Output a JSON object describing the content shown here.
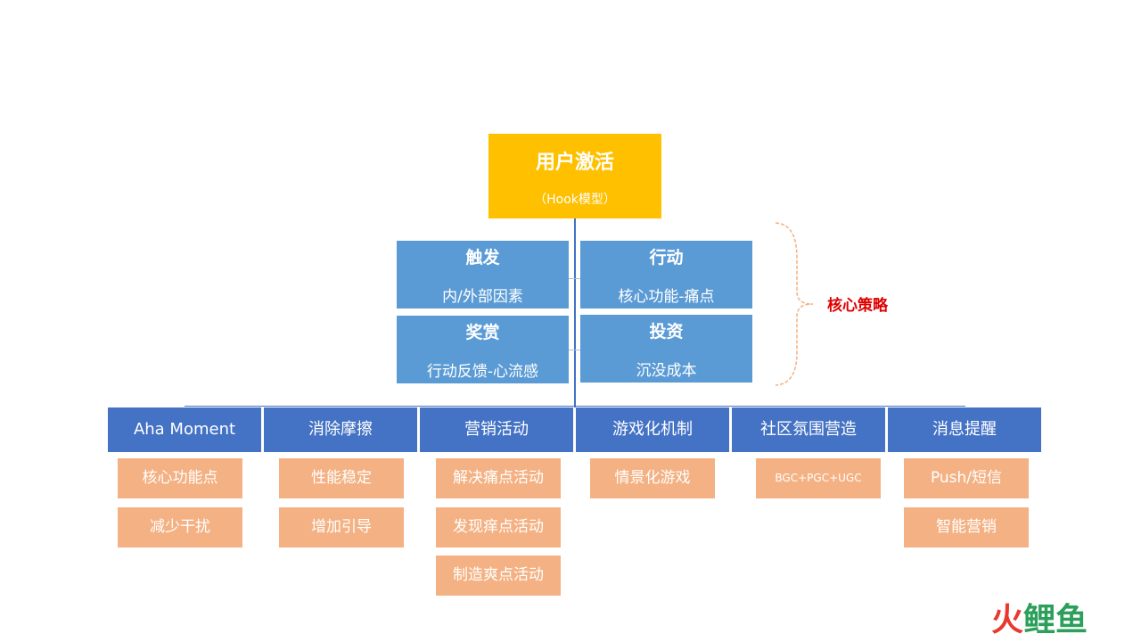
{
  "root": {
    "title": "用户激活",
    "subtitle": "（Hook模型）"
  },
  "hook_model": [
    {
      "title": "触发",
      "subtitle": "内/外部因素"
    },
    {
      "title": "行动",
      "subtitle": "核心功能-痛点"
    },
    {
      "title": "奖赏",
      "subtitle": "行动反馈-心流感"
    },
    {
      "title": "投资",
      "subtitle": "沉没成本"
    }
  ],
  "strategy_label": "核心策略",
  "categories": [
    {
      "label": "Aha Moment",
      "items": [
        "核心功能点",
        "减少干扰"
      ]
    },
    {
      "label": "消除摩擦",
      "items": [
        "性能稳定",
        "增加引导"
      ]
    },
    {
      "label": "营销活动",
      "items": [
        "解决痛点活动",
        "发现痒点活动",
        "制造爽点活动"
      ]
    },
    {
      "label": "游戏化机制",
      "items": [
        "情景化游戏"
      ]
    },
    {
      "label": "社区氛围营造",
      "items": [
        "BGC+PGC+UGC"
      ]
    },
    {
      "label": "消息提醒",
      "items": [
        "Push/短信",
        "智能营销"
      ]
    }
  ],
  "watermark": {
    "part1": "火",
    "part2": "鲤鱼"
  },
  "colors": {
    "root": "#FFC000",
    "hook": "#5B9BD5",
    "category": "#4472C4",
    "item": "#F4B183",
    "strategy_text": "#E00000",
    "brace": "#F4B183"
  }
}
